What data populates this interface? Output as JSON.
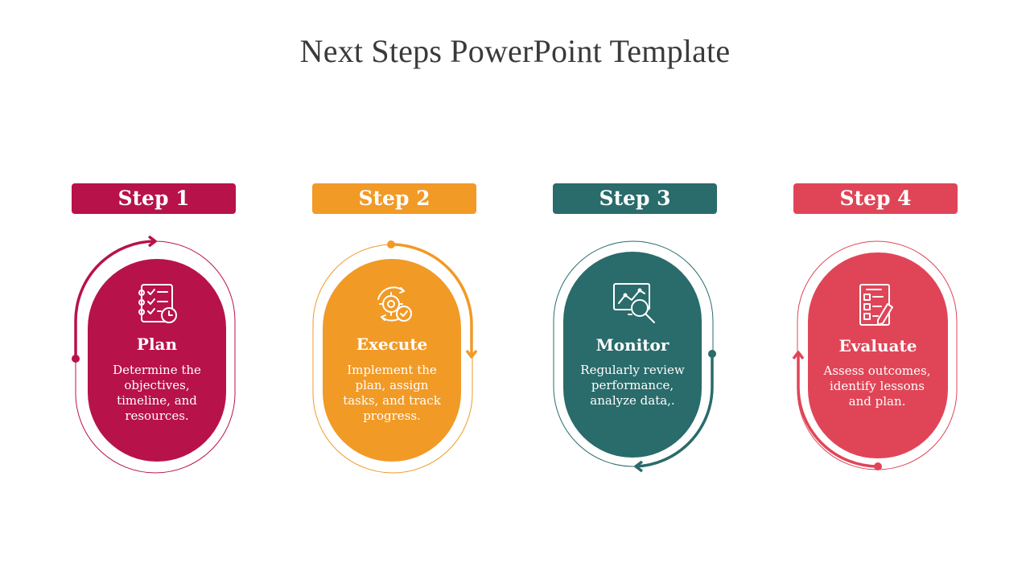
{
  "title": "Next Steps PowerPoint Template",
  "steps": [
    {
      "tab": "Step 1",
      "heading": "Plan",
      "body": "Determine the objectives, timeline, and resources.",
      "color": "#b8124a",
      "icon": "checklist-clock-icon"
    },
    {
      "tab": "Step 2",
      "heading": "Execute",
      "body": "Implement the plan, assign tasks, and track progress.",
      "color": "#f19a26",
      "icon": "gear-check-icon"
    },
    {
      "tab": "Step 3",
      "heading": "Monitor",
      "body": "Regularly review performance, analyze data,.",
      "color": "#2a6b6b",
      "icon": "chart-magnifier-icon"
    },
    {
      "tab": "Step 4",
      "heading": "Evaluate",
      "body": "Assess outcomes, identify lessons and plan.",
      "color": "#e04557",
      "icon": "report-pen-icon"
    }
  ]
}
